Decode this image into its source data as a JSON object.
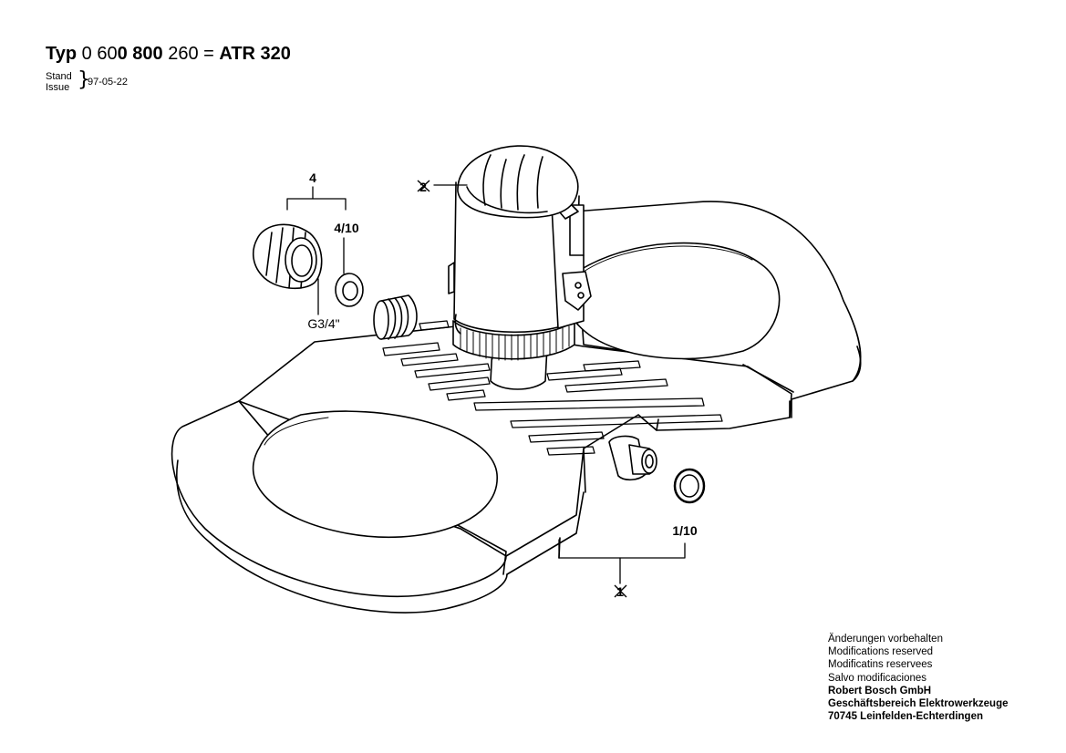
{
  "header": {
    "typ": "Typ",
    "number_a": "0 60",
    "number_b": "0 800",
    "number_c": " 260 =",
    "model": "ATR 320",
    "stand": "Stand",
    "issue": "Issue",
    "date": "97-05-22"
  },
  "labels": {
    "part4": "4",
    "part4_10": "4/10",
    "thread": "G3/4\"",
    "part2": "2",
    "part1": "1",
    "part1_10": "1/10"
  },
  "footer": {
    "line1": "Änderungen vorbehalten",
    "line2": "Modifications reserved",
    "line3": "Modificatins reservees",
    "line4": "Salvo modificaciones",
    "company": "Robert Bosch GmbH",
    "division": "Geschäftsbereich Elektrowerkzeuge",
    "address": "70745 Leinfelden-Echterdingen"
  }
}
